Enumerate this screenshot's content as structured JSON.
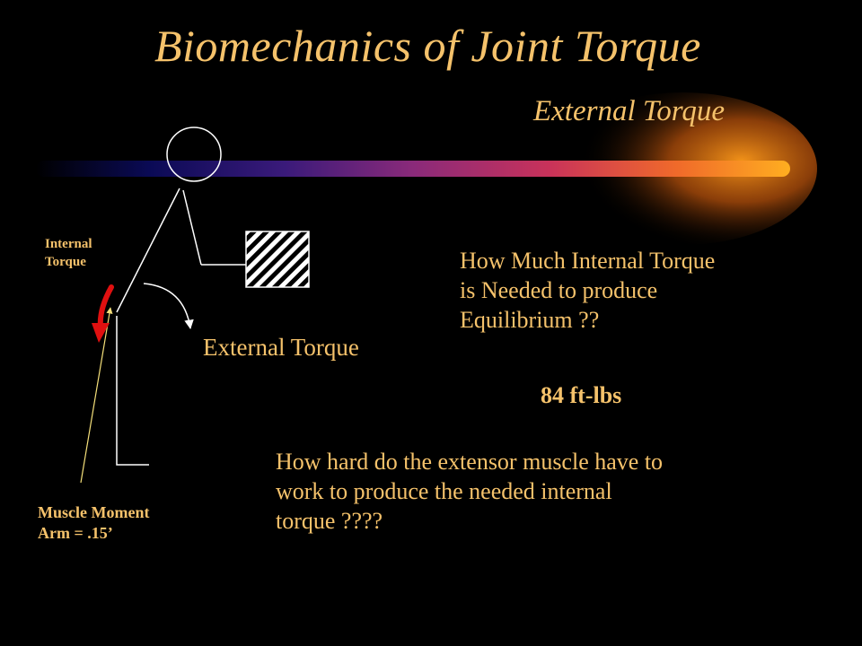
{
  "title": "Biomechanics of Joint Torque",
  "subtitle": "External Torque",
  "diagram": {
    "internal_torque_label": [
      "Internal",
      "Torque"
    ],
    "external_torque_label": "External Torque",
    "moment_arm_label": [
      "Muscle Moment",
      "Arm = .15’"
    ]
  },
  "question_1": {
    "lines": [
      "How Much Internal Torque",
      "is Needed to produce",
      "Equilibrium ??"
    ]
  },
  "answer_1": "84 ft-lbs",
  "question_2": {
    "lines": [
      "How hard do the extensor muscle have to",
      "work to produce the needed internal",
      "torque ????"
    ]
  },
  "colors": {
    "text": "#f5c26b",
    "background": "#000000",
    "arrow_red": "#e01010",
    "stroke": "#ffffff"
  }
}
